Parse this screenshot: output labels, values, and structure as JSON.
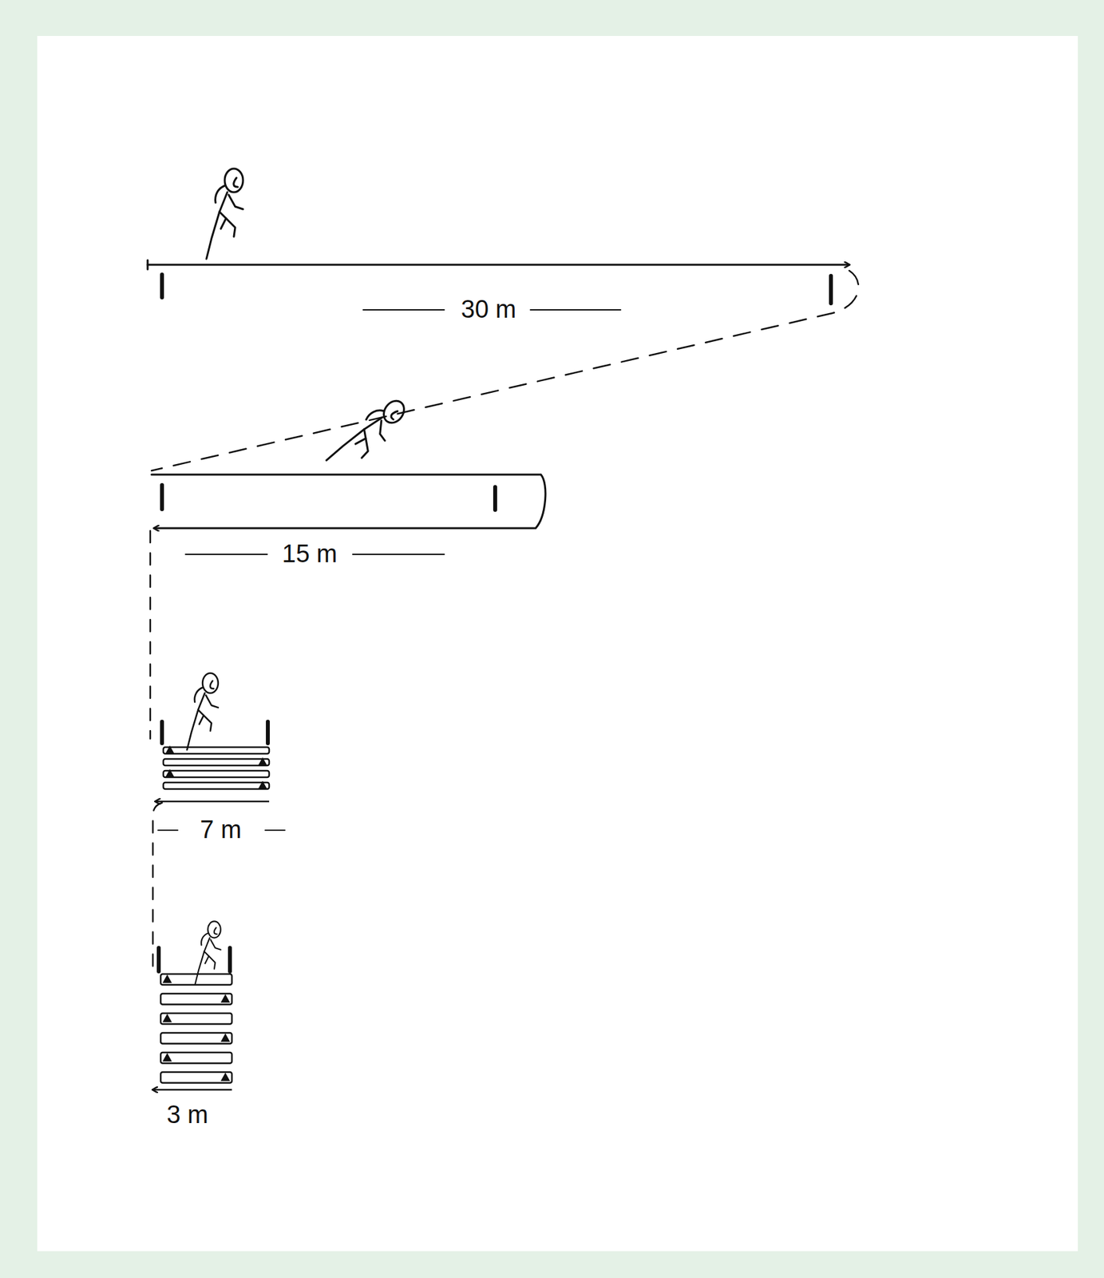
{
  "diagram": {
    "labels": [
      "30 m",
      "15 m",
      "7 m",
      "3 m"
    ]
  }
}
